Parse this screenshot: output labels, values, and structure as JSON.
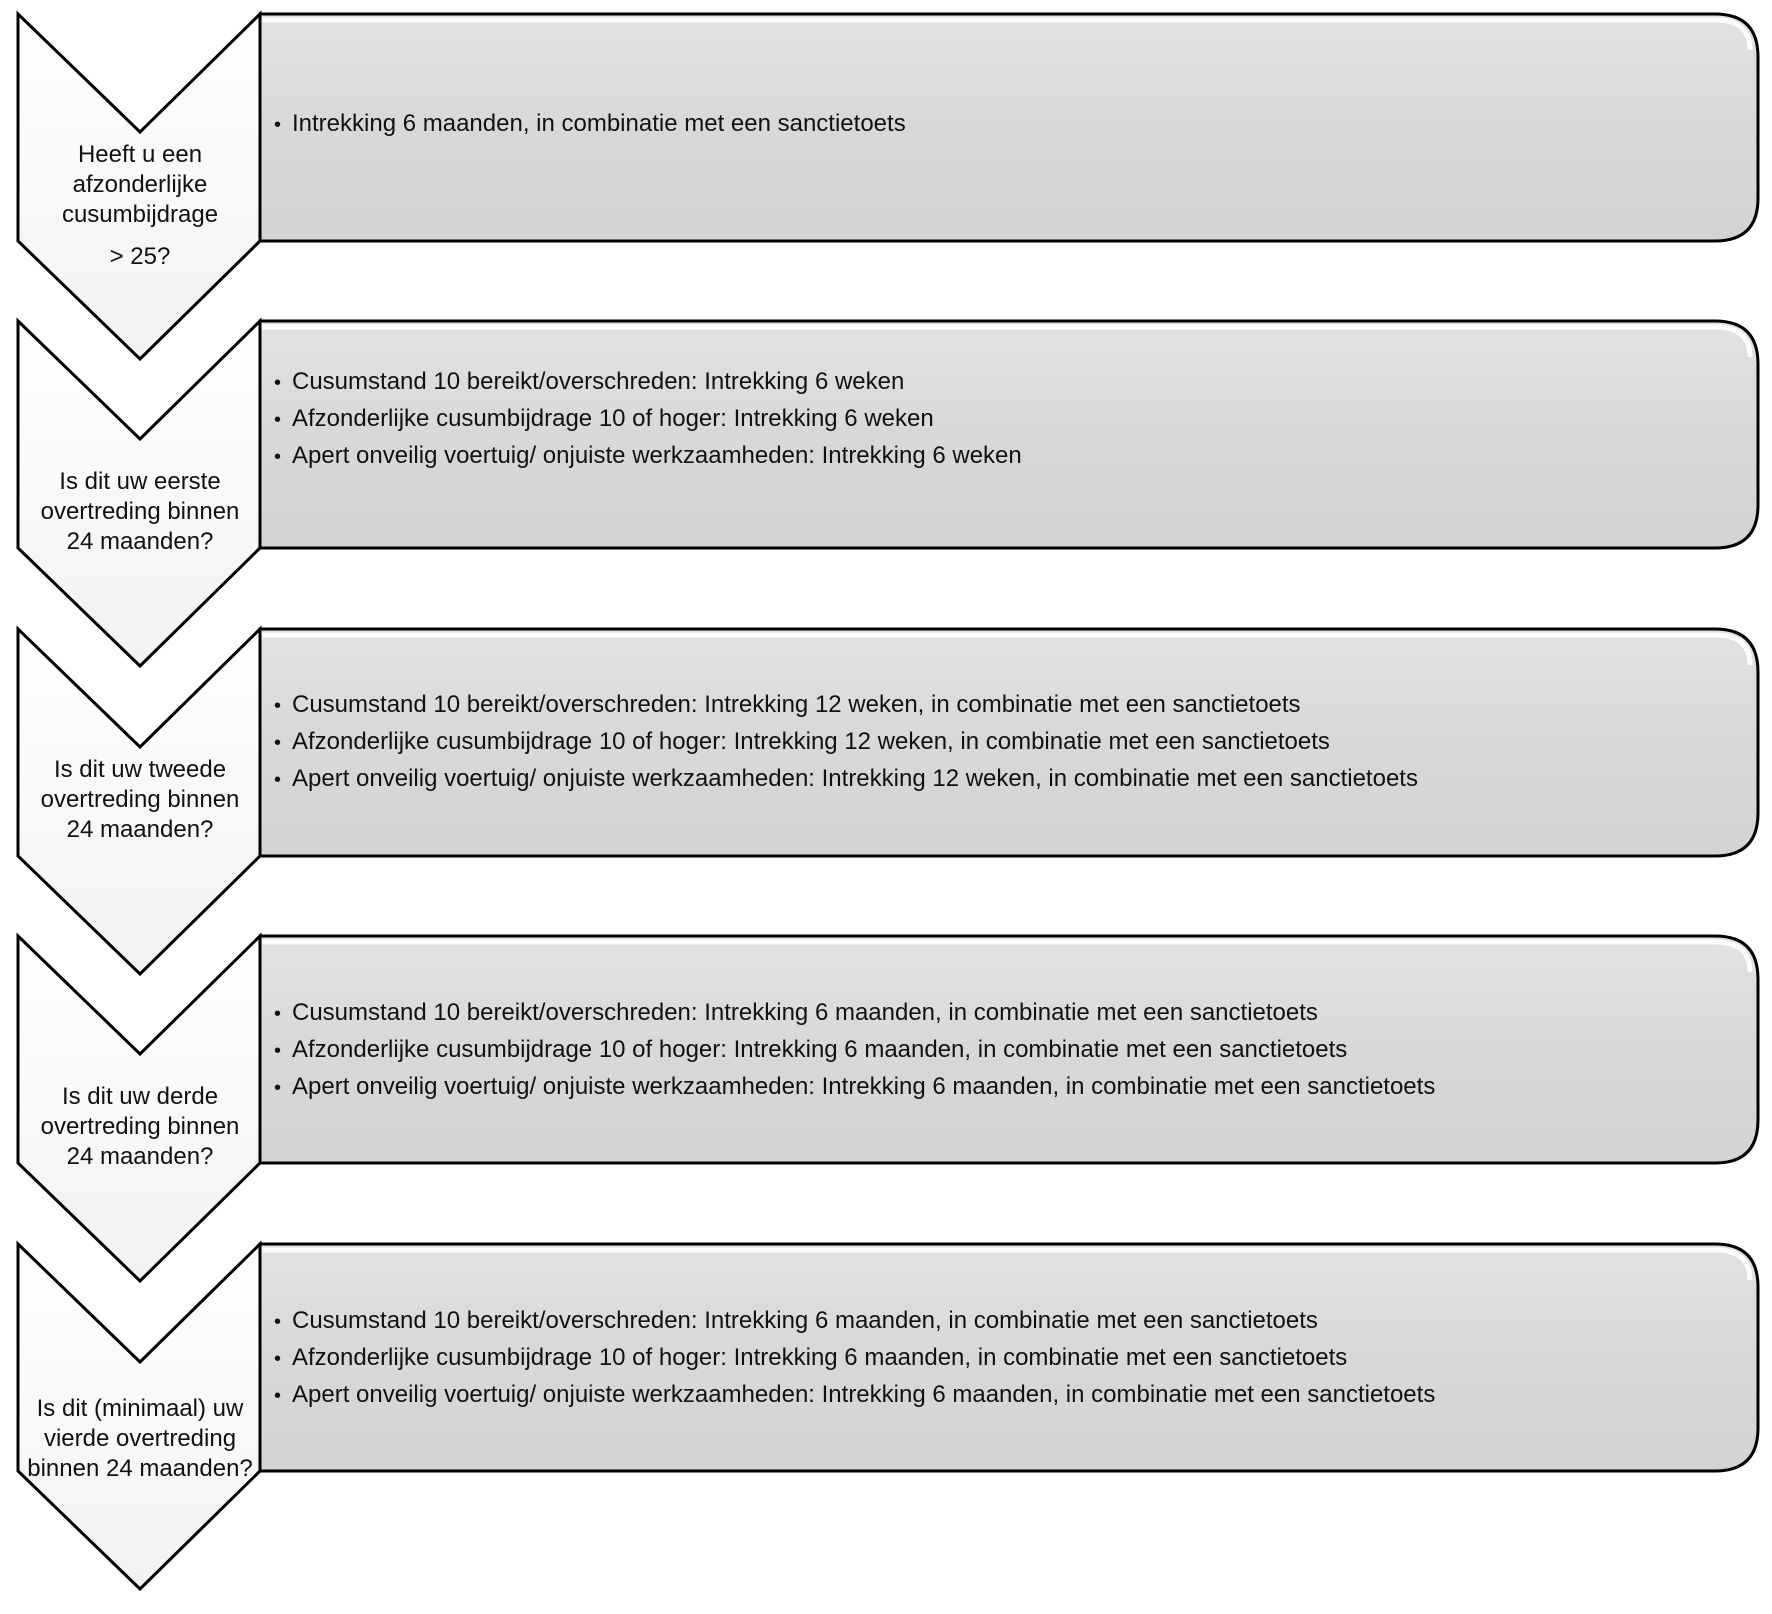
{
  "steps": [
    {
      "question": [
        "Heeft u een",
        "afzonderlijke",
        "cusumbijdrage",
        "> 25?"
      ],
      "bullets": [
        "Intrekking 6 maanden, in combinatie met een sanctietoets"
      ]
    },
    {
      "question": [
        "Is dit uw eerste",
        "overtreding binnen",
        "24 maanden?"
      ],
      "bullets": [
        "Cusumstand 10 bereikt/overschreden: Intrekking 6 weken",
        "Afzonderlijke cusumbijdrage 10 of hoger: Intrekking 6 weken",
        "Apert onveilig voertuig/ onjuiste werkzaamheden: Intrekking 6 weken"
      ]
    },
    {
      "question": [
        "Is dit uw tweede",
        "overtreding binnen",
        "24 maanden?"
      ],
      "bullets": [
        "Cusumstand 10 bereikt/overschreden: Intrekking 12 weken, in combinatie met een sanctietoets",
        "Afzonderlijke cusumbijdrage 10 of hoger: Intrekking 12 weken, in combinatie met een sanctietoets",
        "Apert onveilig voertuig/ onjuiste werkzaamheden: Intrekking 12 weken, in combinatie met een sanctietoets"
      ]
    },
    {
      "question": [
        "Is dit uw derde",
        "overtreding binnen",
        "24 maanden?"
      ],
      "bullets": [
        "Cusumstand 10 bereikt/overschreden: Intrekking 6 maanden, in combinatie met een sanctietoets",
        "Afzonderlijke cusumbijdrage 10 of hoger: Intrekking 6 maanden, in combinatie met een sanctietoets",
        "Apert onveilig voertuig/ onjuiste werkzaamheden: Intrekking 6 maanden, in combinatie met een sanctietoets"
      ]
    },
    {
      "question": [
        "Is dit (minimaal) uw",
        "vierde overtreding",
        "binnen 24 maanden?"
      ],
      "bullets": [
        "Cusumstand 10 bereikt/overschreden: Intrekking 6 maanden, in combinatie met een sanctietoets",
        "Afzonderlijke cusumbijdrage 10 of hoger: Intrekking 6 maanden, in combinatie met een sanctietoets",
        "Apert onveilig voertuig/ onjuiste werkzaamheden: Intrekking 6 maanden, in combinatie met een sanctietoets"
      ]
    }
  ],
  "colors": {
    "box_fill": "#d9d9d9",
    "chevron_fill": "#ffffff",
    "outline": "#000000"
  }
}
